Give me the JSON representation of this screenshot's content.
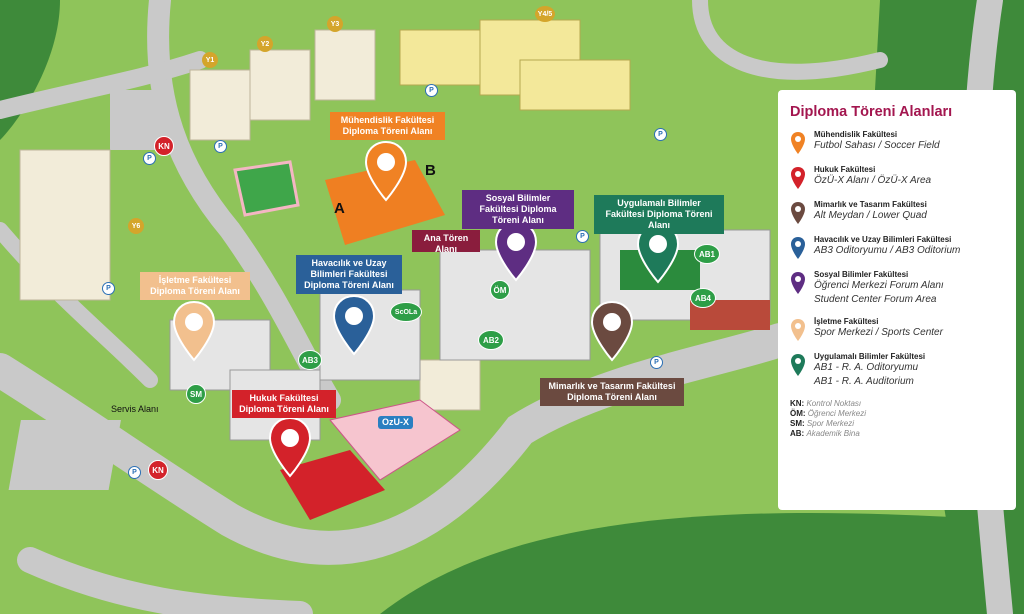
{
  "legend": {
    "title": "Diploma Töreni Alanları",
    "items": [
      {
        "faculty": "Mühendislik Fakültesi",
        "place": "Futbol Sahası / Soccer Field",
        "color": "#f08224"
      },
      {
        "faculty": "Hukuk Fakültesi",
        "place": "ÖzÜ-X Alanı / ÖzÜ-X Area",
        "color": "#d3222a"
      },
      {
        "faculty": "Mimarlık ve Tasarım Fakültesi",
        "place": "Alt Meydan / Lower Quad",
        "color": "#6b4a40"
      },
      {
        "faculty": "Havacılık ve Uzay Bilimleri Fakültesi",
        "place": "AB3 Oditoryumu / AB3 Oditorium",
        "color": "#2a6099"
      },
      {
        "faculty": "Sosyal Bilimler Fakültesi",
        "place": "Öğrenci Merkezi Forum Alanı",
        "place2": "Student Center Forum Area",
        "color": "#5e2d82"
      },
      {
        "faculty": "İşletme Fakültesi",
        "place": "Spor Merkezi / Sports Center",
        "color": "#f2c08e"
      },
      {
        "faculty": "Uygulamalı Bilimler Fakültesi",
        "place": "AB1 - R. A. Oditoryumu",
        "place2": "AB1 - R. A. Auditorium",
        "color": "#1e7a5a"
      }
    ],
    "abbreviations": [
      {
        "code": "KN:",
        "meaning": "Kontrol Noktası"
      },
      {
        "code": "ÖM:",
        "meaning": "Öğrenci Merkezi"
      },
      {
        "code": "SM:",
        "meaning": "Spor Merkezi"
      },
      {
        "code": "AB:",
        "meaning": "Akademik Bina"
      }
    ]
  },
  "map": {
    "callouts": {
      "muhendislik": "Mühendislik Fakültesi Diploma Töreni Alanı",
      "sosyal": "Sosyal Bilimler Fakültesi Diploma Töreni Alanı",
      "uygulamali": "Uygulamalı Bilimler Fakültesi Diploma Töreni Alanı",
      "isletme": "İşletme Fakültesi Diploma Töreni Alanı",
      "havacilik": "Havacılık ve Uzay Bilimleri Fakültesi Diploma Töreni Alanı",
      "hukuk": "Hukuk Fakültesi Diploma Töreni Alanı",
      "mimarlik": "Mimarlık ve Tasarım Fakültesi Diploma Töreni Alanı",
      "ana_toren": "Ana Tören Alanı"
    },
    "badges": {
      "ab1": "AB1",
      "ab2": "AB2",
      "ab3": "AB3",
      "ab4": "AB4",
      "om": "ÖM",
      "sm": "SM",
      "scola": "ScOLa",
      "kn": "KN",
      "ozux": "OzU-X"
    },
    "dorms": [
      "Y1",
      "Y2",
      "Y3",
      "Y4/5",
      "Y6"
    ],
    "parking": "P",
    "servis": "Servis Alanı",
    "field_a": "A",
    "field_b": "B"
  }
}
